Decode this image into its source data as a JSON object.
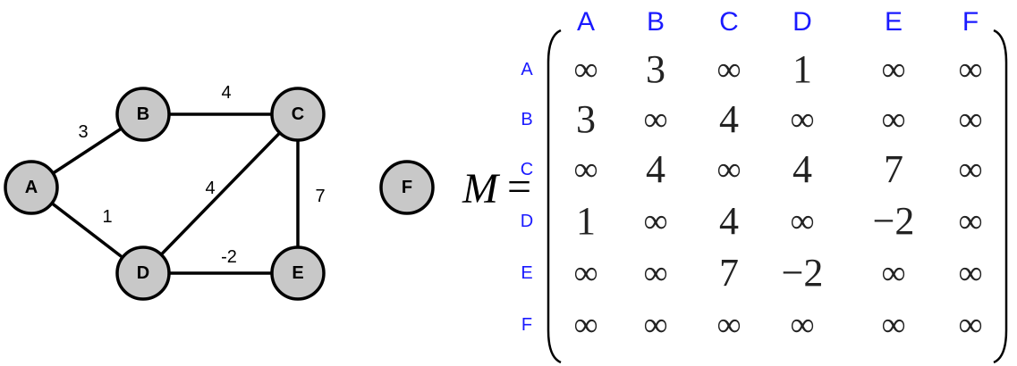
{
  "graph": {
    "nodes": [
      {
        "id": "A",
        "label": "A"
      },
      {
        "id": "B",
        "label": "B"
      },
      {
        "id": "C",
        "label": "C"
      },
      {
        "id": "D",
        "label": "D"
      },
      {
        "id": "E",
        "label": "E"
      },
      {
        "id": "F",
        "label": "F"
      }
    ],
    "edges": [
      {
        "from": "A",
        "to": "B",
        "weight": "3"
      },
      {
        "from": "B",
        "to": "C",
        "weight": "4"
      },
      {
        "from": "A",
        "to": "D",
        "weight": "1"
      },
      {
        "from": "C",
        "to": "D",
        "weight": "4"
      },
      {
        "from": "C",
        "to": "E",
        "weight": "7"
      },
      {
        "from": "D",
        "to": "E",
        "weight": "-2"
      }
    ]
  },
  "matrix": {
    "symbol": "M",
    "equals": "=",
    "columns": [
      "A",
      "B",
      "C",
      "D",
      "E",
      "F"
    ],
    "rows": [
      "A",
      "B",
      "C",
      "D",
      "E",
      "F"
    ],
    "values": [
      [
        "∞",
        "3",
        "∞",
        "1",
        "∞",
        "∞"
      ],
      [
        "3",
        "∞",
        "4",
        "∞",
        "∞",
        "∞"
      ],
      [
        "∞",
        "4",
        "∞",
        "4",
        "7",
        "∞"
      ],
      [
        "1",
        "∞",
        "4",
        "∞",
        "−2",
        "∞"
      ],
      [
        "∞",
        "∞",
        "7",
        "−2",
        "∞",
        "∞"
      ],
      [
        "∞",
        "∞",
        "∞",
        "∞",
        "∞",
        "∞"
      ]
    ],
    "header_color": "#1a1aff"
  }
}
